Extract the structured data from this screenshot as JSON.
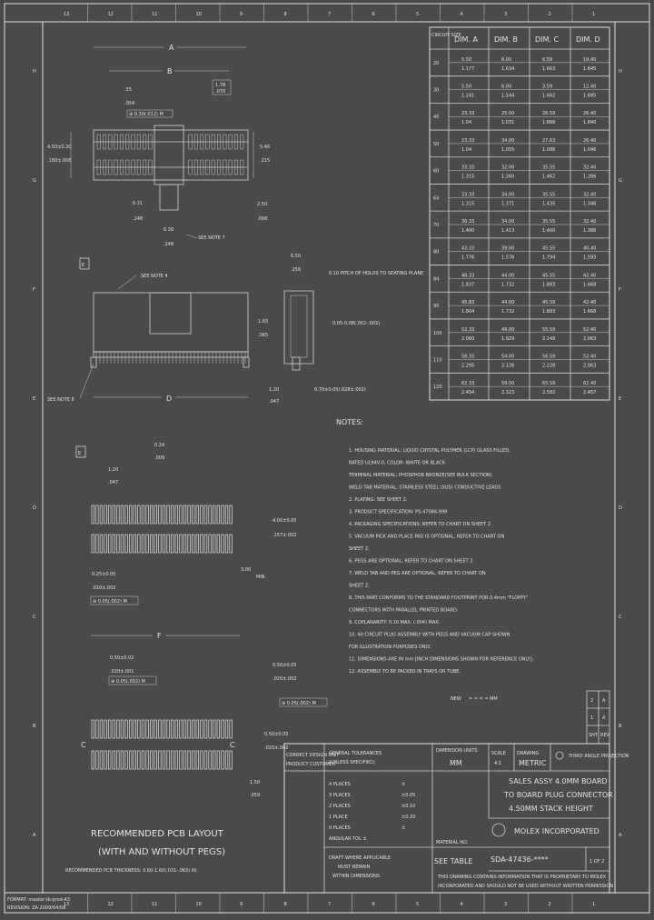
{
  "zones_top": [
    "13",
    "12",
    "11",
    "10",
    "9",
    "8",
    "7",
    "6",
    "5",
    "4",
    "3",
    "2",
    "1"
  ],
  "zones_side": [
    "H",
    "G",
    "F",
    "E",
    "D",
    "C",
    "B",
    "A"
  ],
  "dim_table": {
    "headers": [
      "CIRCUIT SIZE",
      "DIM. A",
      "DIM. B",
      "DIM. C",
      "DIM. D"
    ],
    "rows": [
      {
        "size": "20",
        "a": [
          "5.50",
          "1.177"
        ],
        "b": [
          "6.00",
          "1.634"
        ],
        "c": [
          "6.59",
          "1.663"
        ],
        "d": [
          "19.40",
          "1.645"
        ]
      },
      {
        "size": "30",
        "a": [
          "5.50",
          "1.241"
        ],
        "b": [
          "6.00",
          "1.544"
        ],
        "c": [
          "3.59",
          "1.662"
        ],
        "d": [
          "12.40",
          "1.685"
        ]
      },
      {
        "size": "40",
        "a": [
          "23.33",
          "1.04"
        ],
        "b": [
          "25.00",
          "1.031"
        ],
        "c": [
          "26.59",
          "1.668"
        ],
        "d": [
          "26.40",
          "1.840"
        ]
      },
      {
        "size": "50",
        "a": [
          "23.33",
          "1.04"
        ],
        "b": [
          "34.00",
          "1.055"
        ],
        "c": [
          "27.63",
          "1.086"
        ],
        "d": [
          "26.40",
          "1.046"
        ]
      },
      {
        "size": "60",
        "a": [
          "33.33",
          "1.315"
        ],
        "b": [
          "32.00",
          "1.260"
        ],
        "c": [
          "35.55",
          "1.462"
        ],
        "d": [
          "32.40",
          "1.286"
        ]
      },
      {
        "size": "64",
        "a": [
          "33.33",
          "1.315"
        ],
        "b": [
          "34.00",
          "1.371"
        ],
        "c": [
          "35.55",
          "1.435"
        ],
        "d": [
          "32.40",
          "1.346"
        ]
      },
      {
        "size": "70",
        "a": [
          "36.33",
          "1.400"
        ],
        "b": [
          "34.00",
          "1.413"
        ],
        "c": [
          "35.55",
          "1.400"
        ],
        "d": [
          "32.40",
          "1.386"
        ]
      },
      {
        "size": "80",
        "a": [
          "43.33",
          "1.776"
        ],
        "b": [
          "39.00",
          "1.576"
        ],
        "c": [
          "45.55",
          "1.794"
        ],
        "d": [
          "40.40",
          "1.593"
        ]
      },
      {
        "size": "84",
        "a": [
          "46.33",
          "1.837"
        ],
        "b": [
          "44.00",
          "1.732"
        ],
        "c": [
          "45.55",
          "1.883"
        ],
        "d": [
          "42.40",
          "1.668"
        ]
      },
      {
        "size": "90",
        "a": [
          "45.83",
          "1.804"
        ],
        "b": [
          "44.00",
          "1.732"
        ],
        "c": [
          "45.59",
          "1.883"
        ],
        "d": [
          "42.40",
          "1.668"
        ]
      },
      {
        "size": "100",
        "a": [
          "52.33",
          "2.060"
        ],
        "b": [
          "49.00",
          "1.929"
        ],
        "c": [
          "55.59",
          "2.149"
        ],
        "d": [
          "52.40",
          "2.063"
        ]
      },
      {
        "size": "110",
        "a": [
          "58.33",
          "2.295"
        ],
        "b": [
          "54.00",
          "2.126"
        ],
        "c": [
          "56.59",
          "2.228"
        ],
        "d": [
          "52.40",
          "2.063"
        ]
      },
      {
        "size": "120",
        "a": [
          "62.33",
          "2.454"
        ],
        "b": [
          "59.00",
          "2.323"
        ],
        "c": [
          "65.59",
          "2.582"
        ],
        "d": [
          "62.40",
          "2.457"
        ]
      }
    ]
  },
  "drawing": {
    "label_a": "A",
    "label_b": "B",
    "label_c": "C",
    "label_d": "D",
    "label_e": "E",
    "label_f": "F",
    "dim_top_mm": ".55",
    "dim_top_in": ".054",
    "tol_pos": "⊕ 0.30(.012) M",
    "dim_h_mm": "4.50±0.20",
    "dim_h_in": ".180±.008",
    "dim_w_mm": "5.46",
    "dim_w_in": ".215",
    "dim_631": "6.31",
    "dim_631_in": ".248",
    "dim_630": "6.30",
    "dim_630_in": ".248",
    "dim_250": "2.50",
    "dim_250_in": ".098",
    "see_note_7": "SEE NOTE 7",
    "see_note_4": "SEE NOTE 4",
    "see_note_8": "SEE NOTE 8",
    "box_178": "1.78",
    "box_070": ".070",
    "dim_650": "6.50",
    "dim_650_in": ".256",
    "pitch_note": "0.10 PITCH OF HOLDS TO SEATING PLANE",
    "dim_165": "1.65",
    "dim_165_in": ".065",
    "tol_042": "0.05-0.08(.002-.003)",
    "dim_120": "1.20",
    "dim_120_in": ".047",
    "coplan": "0.70±0.05(.028±.002)"
  },
  "pcb": {
    "dim_024": "0.24",
    "dim_024_in": ".009",
    "dim_120": "1.20",
    "dim_120_in": ".047",
    "dim_400": "4.00±0.05",
    "dim_400_in": ".157±.002",
    "dim_3": "3.00",
    "min": "MIN.",
    "dim_025": "0.25±0.05",
    "dim_025_in": ".010±.002",
    "tol_box1": "⊕ 0.05(.002) M",
    "dim_050": "0.50±0.02",
    "dim_050_in": ".020±.001",
    "tol_box2": "⊕ 0.05(.002) M",
    "tol_box3": "⊕ 0.05(.002) M",
    "dim_0p": "0.50±0.05",
    "dim_0p_in": ".020±.002",
    "dim_150": "1.50",
    "dim_150_in": ".059",
    "title": "RECOMMENDED PCB LAYOUT",
    "title2": "(WITH AND WITHOUT PEGS)",
    "thickness": "RECOMMENDED PCB THICKNESS: 0.80-1.60(.031-.063) IN."
  },
  "notes": {
    "heading": "NOTES:",
    "items": [
      "1. HOUSING MATERIAL: LIQUID CRYSTAL POLYMER (LCP) GLASS FILLED,",
      "   RATED UL94V-0, COLOR: WHITE OR BLACK",
      "   TERMINAL MATERIAL: PHOSPHOR BRONZE(SEE BULK SECTION)",
      "   WELD TAB MATERIAL: STAINLESS STEEL (SUS) CONDUCTIVE LEADS",
      "2. PLATING: SEE SHEET 2.",
      "3. PRODUCT SPECIFICATION: PS-47086-999",
      "4. PACKAGING SPECIFICATIONS: REFER TO CHART ON SHEET 2.",
      "5. VACUUM PICK AND PLACE PAD IS OPTIONAL, REFER TO CHART ON",
      "   SHEET 2.",
      "6. PEGS ARE OPTIONAL, REFER TO CHART ON SHEET 2.",
      "7. WELD TAB AND PEG ARE OPTIONAL, REFER TO CHART ON",
      "   SHEET 2.",
      "8. THIS PART CONFORMS TO THE STANDARD FOOTPRINT FOR 0.4mm \"FLOPPY\"",
      "   CONNECTORS WITH PARALLEL PRINTED BOARD.",
      "9. COPLANARITY: 0.10 MAX. (.004) MAX.",
      "10. 40 CIRCUIT PLUG ASSEMBLY WITH PEGS AND VACUUM CAP SHOWN",
      "    FOR ILLUSTRATION PURPOSES ONLY.",
      "11. DIMENSIONS ARE IN mm [INCH DIMENSIONS SHOWN FOR REFERENCE ONLY].",
      "12. ASSEMBLY TO BE PACKED IN TRAYS OR TUBE."
    ],
    "legend_a": "NEW",
    "legend_b": "= = = = MM"
  },
  "title_block": {
    "rev_rows": [
      [
        "2",
        "A"
      ],
      [
        "1",
        "A"
      ]
    ],
    "sht_label": "SHT",
    "rev_label": "REV",
    "general_tol": "GENERAL TOLERANCES",
    "unless": "(UNLESS SPECIFIED)",
    "dim_units": "DIMENSION UNITS",
    "mm": "MM",
    "scale": "SCALE",
    "scale_val": "4:1",
    "drawing_sys": "DRAWING",
    "metric": "METRIC",
    "third_angle": "THIRD ANGLE PROJECTION",
    "tol_rows": [
      [
        "4 PLACES",
        "±"
      ],
      [
        "3 PLACES",
        "±0.05"
      ],
      [
        "2 PLACES",
        "±0.10"
      ],
      [
        "1 PLACE",
        "±0.20"
      ],
      [
        "0 PLACES",
        "±"
      ]
    ],
    "angular": "ANGULAR TOL ±",
    "draft": "DRAFT WHERE APPLICABLE",
    "must_remain": "MUST REMAIN",
    "within": "WITHIN DIMENSIONS",
    "material": "MATERIAL NO.",
    "see_table": "SEE TABLE",
    "title1": "SALES ASSY 4.0MM BOARD",
    "title2": "TO BOARD PLUG CONNECTOR",
    "title3": "4.50MM STACK HEIGHT",
    "company": "MOLEX INCORPORATED",
    "doc_no": "SDA-47436-****",
    "sheet": "1 OF 2",
    "disclaimer1": "THIS DRAWING CONTAINS INFORMATION THAT IS PROPRIETARY TO MOLEX",
    "disclaimer2": "INCORPORATED AND SHOULD NOT BE USED WITHOUT WRITTEN PERMISSION",
    "design_unit": "CORRECT DESIGN UNIT",
    "product_customer": "PRODUCT CUSTOMER",
    "footer_left1": "FORMAT: master-tb-prod-A3",
    "footer_left2": "REVISION: ZA 2009/04/08"
  }
}
